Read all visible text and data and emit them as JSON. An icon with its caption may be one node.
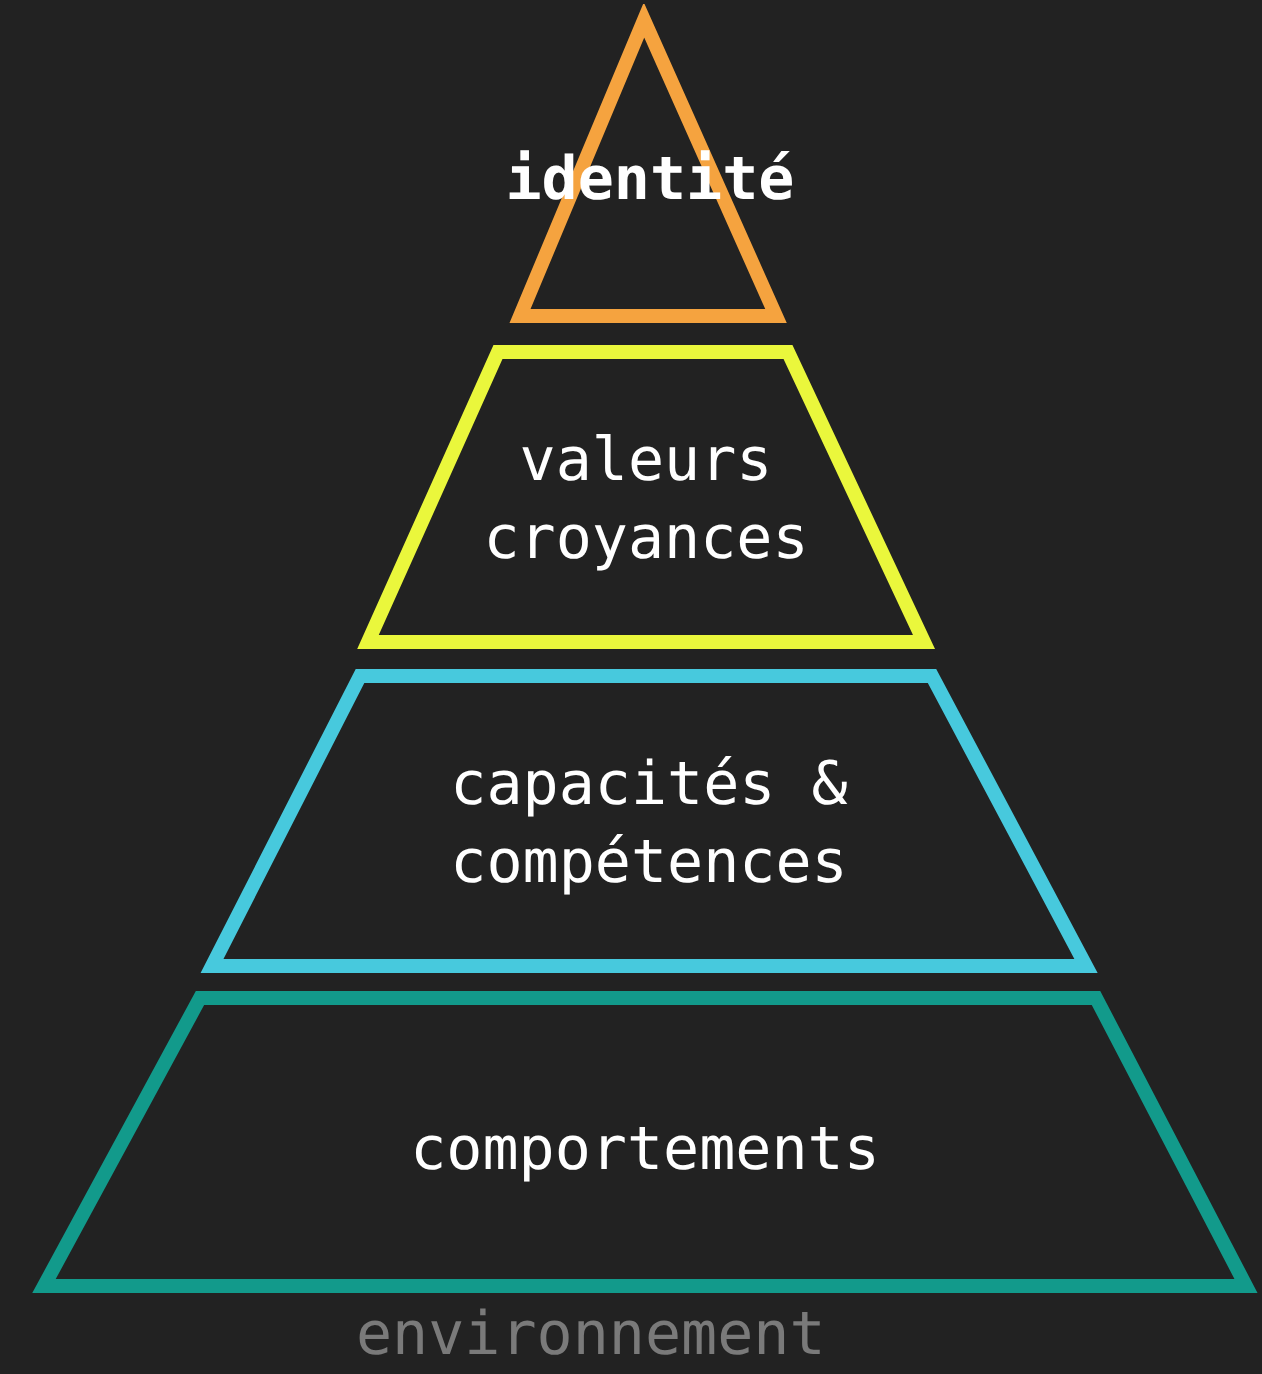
{
  "diagram": {
    "nodes": [
      {
        "text": [
          "identité"
        ]
      },
      {
        "text": [
          "valeurs croyances"
        ]
      },
      {
        "text": [
          "capacités & compétences"
        ]
      },
      {
        "text": [
          "comportements"
        ]
      }
    ],
    "labels": [
      "environnement"
    ]
  }
}
